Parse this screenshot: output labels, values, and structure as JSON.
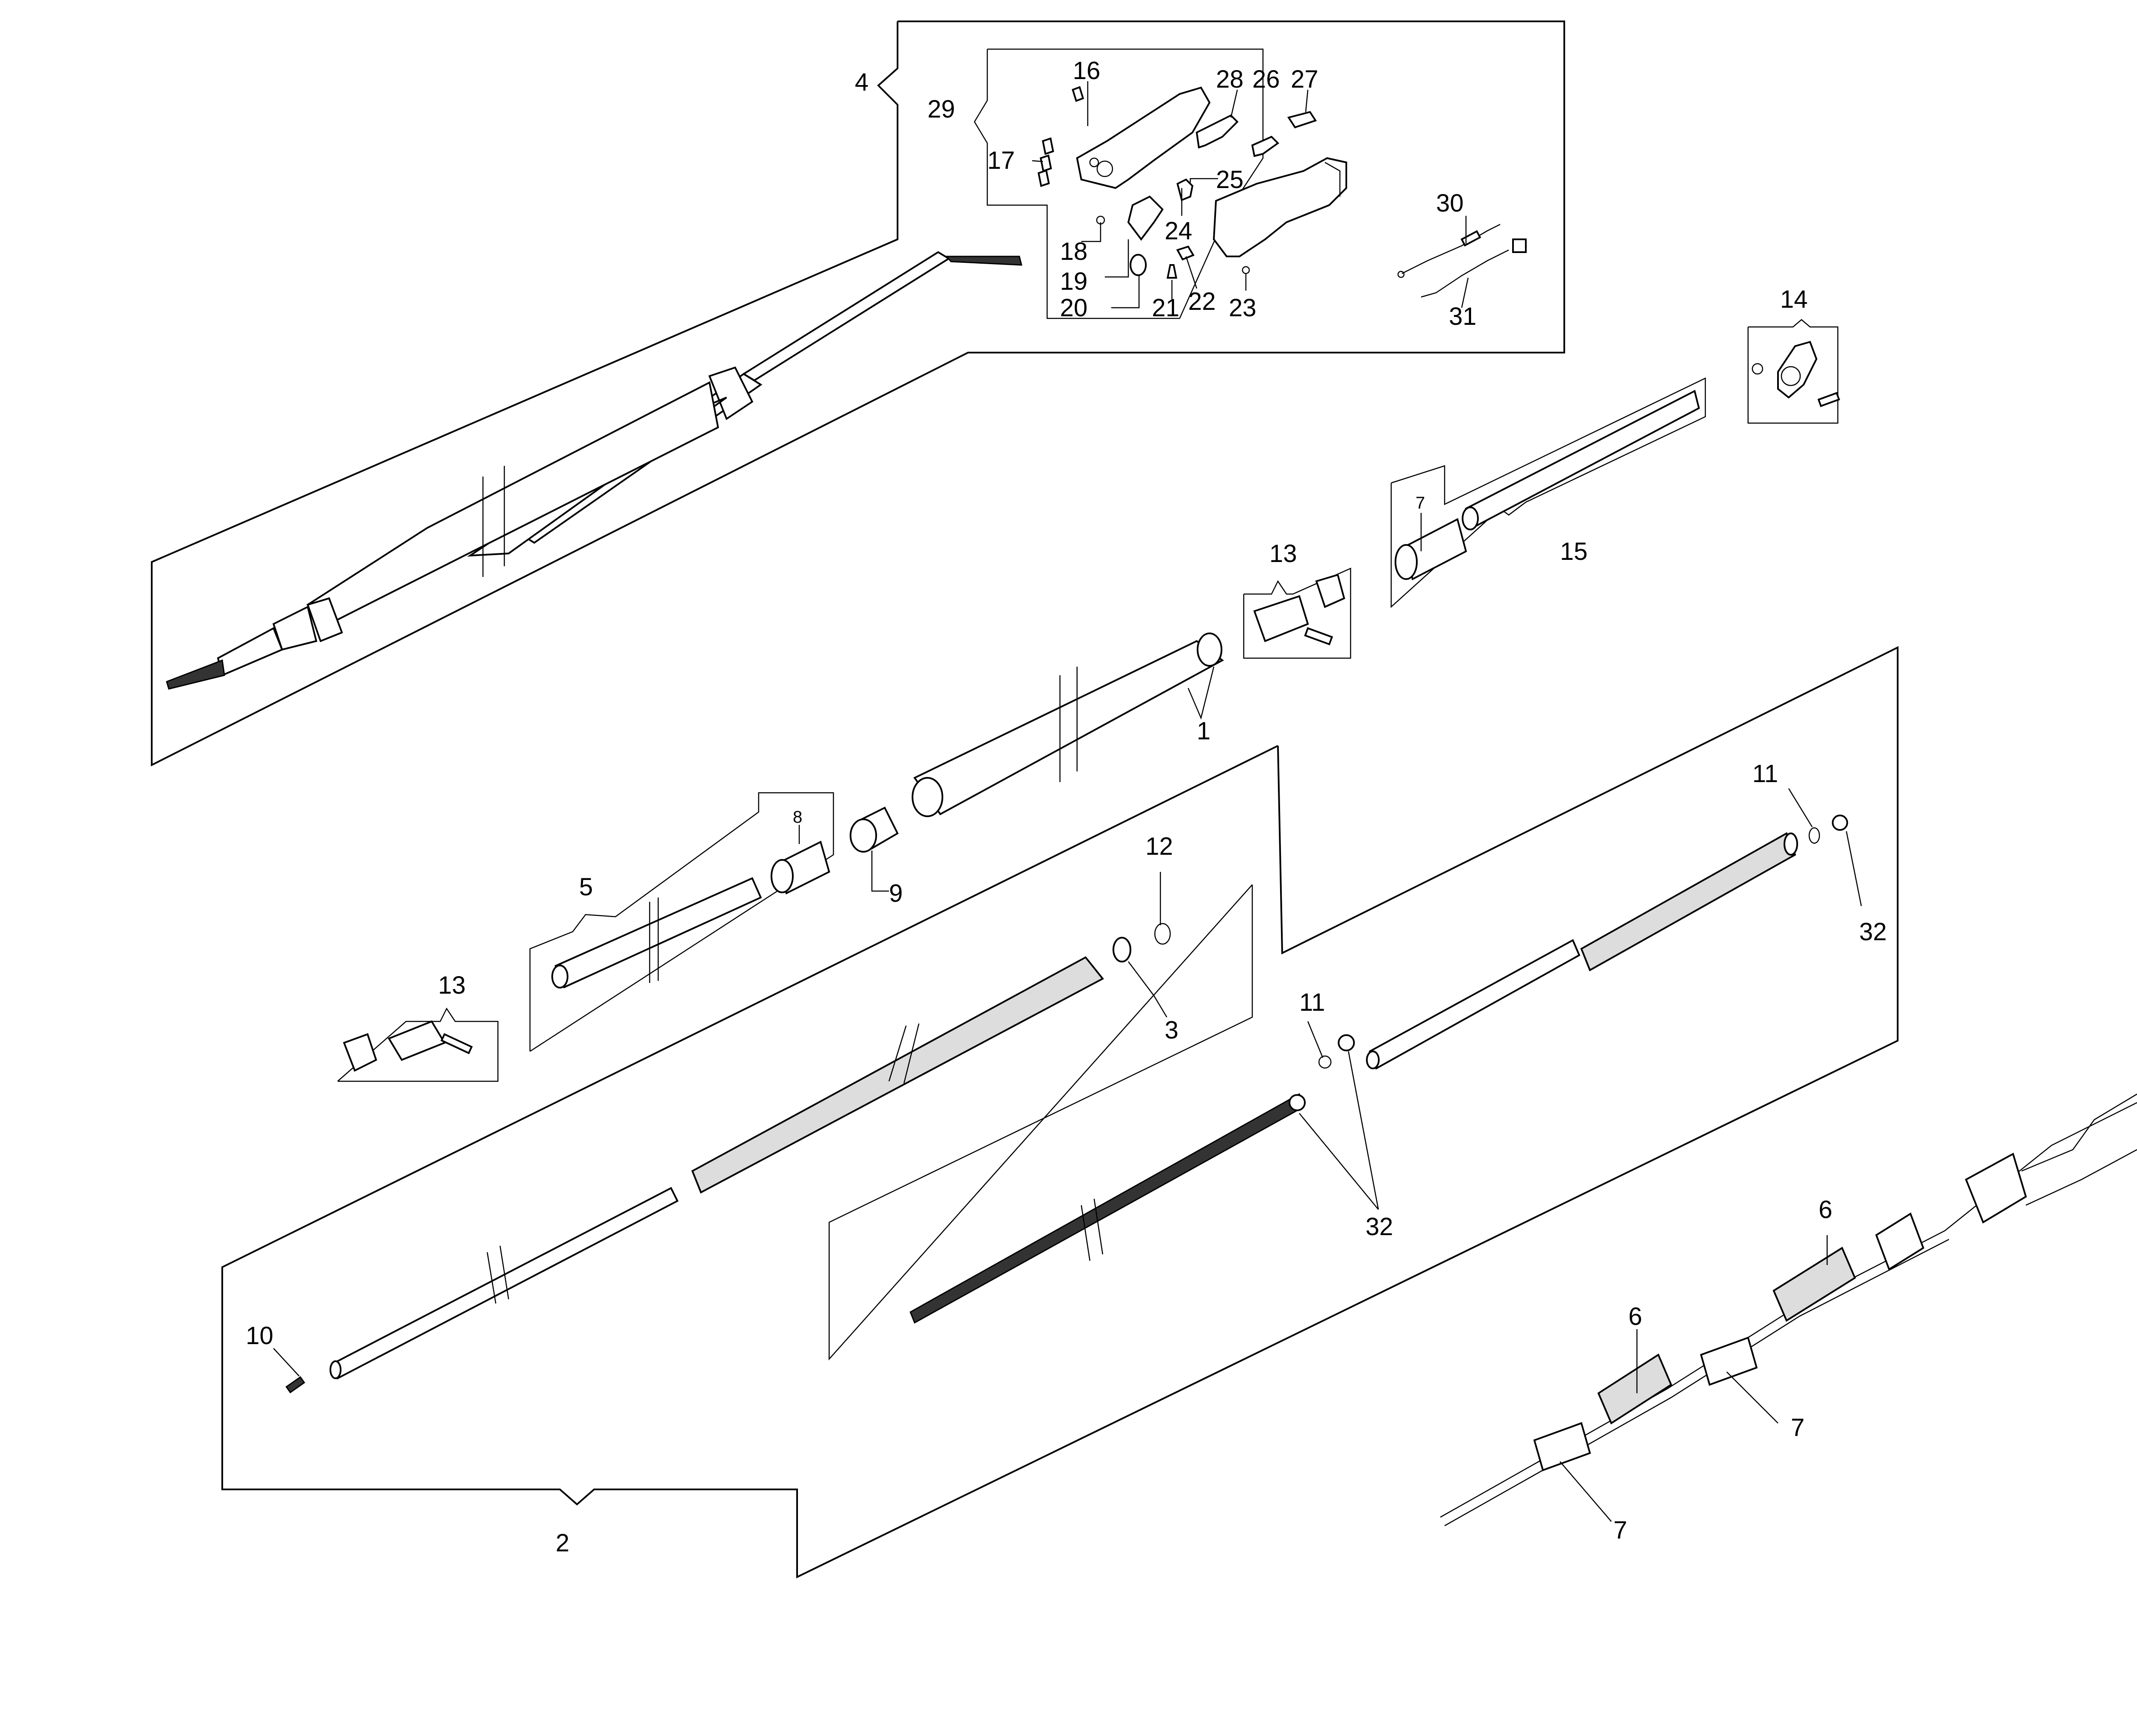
{
  "diagram": {
    "type": "exploded-parts-diagram",
    "subject": "telescopic pole / drive shaft assembly",
    "callouts": {
      "c1": "1",
      "c2": "2",
      "c3": "3",
      "c4": "4",
      "c5": "5",
      "c6a": "6",
      "c6b": "6",
      "c7a": "7",
      "c7b": "7",
      "c7c": "7",
      "c8": "8",
      "c9": "9",
      "c10": "10",
      "c11a": "11",
      "c11b": "11",
      "c12": "12",
      "c13a": "13",
      "c13b": "13",
      "c14": "14",
      "c15": "15",
      "c16": "16",
      "c17": "17",
      "c18": "18",
      "c19": "19",
      "c20": "20",
      "c21": "21",
      "c22": "22",
      "c23": "23",
      "c24": "24",
      "c25": "25",
      "c26": "26",
      "c27": "27",
      "c28": "28",
      "c29": "29",
      "c30": "30",
      "c31": "31",
      "c32a": "32",
      "c32b": "32"
    },
    "groups": [
      {
        "id": "4",
        "description": "upper pole assembly with handle kit"
      },
      {
        "id": "29",
        "description": "handle / throttle housing kit"
      },
      {
        "id": "2",
        "description": "inner shaft assembly"
      },
      {
        "id": "5",
        "description": "extension tube kit"
      },
      {
        "id": "15",
        "description": "tube with sleeve"
      },
      {
        "id": "13",
        "description": "clamp / lock knob assembly"
      },
      {
        "id": "14",
        "description": "bracket with bolt and nut"
      }
    ]
  }
}
